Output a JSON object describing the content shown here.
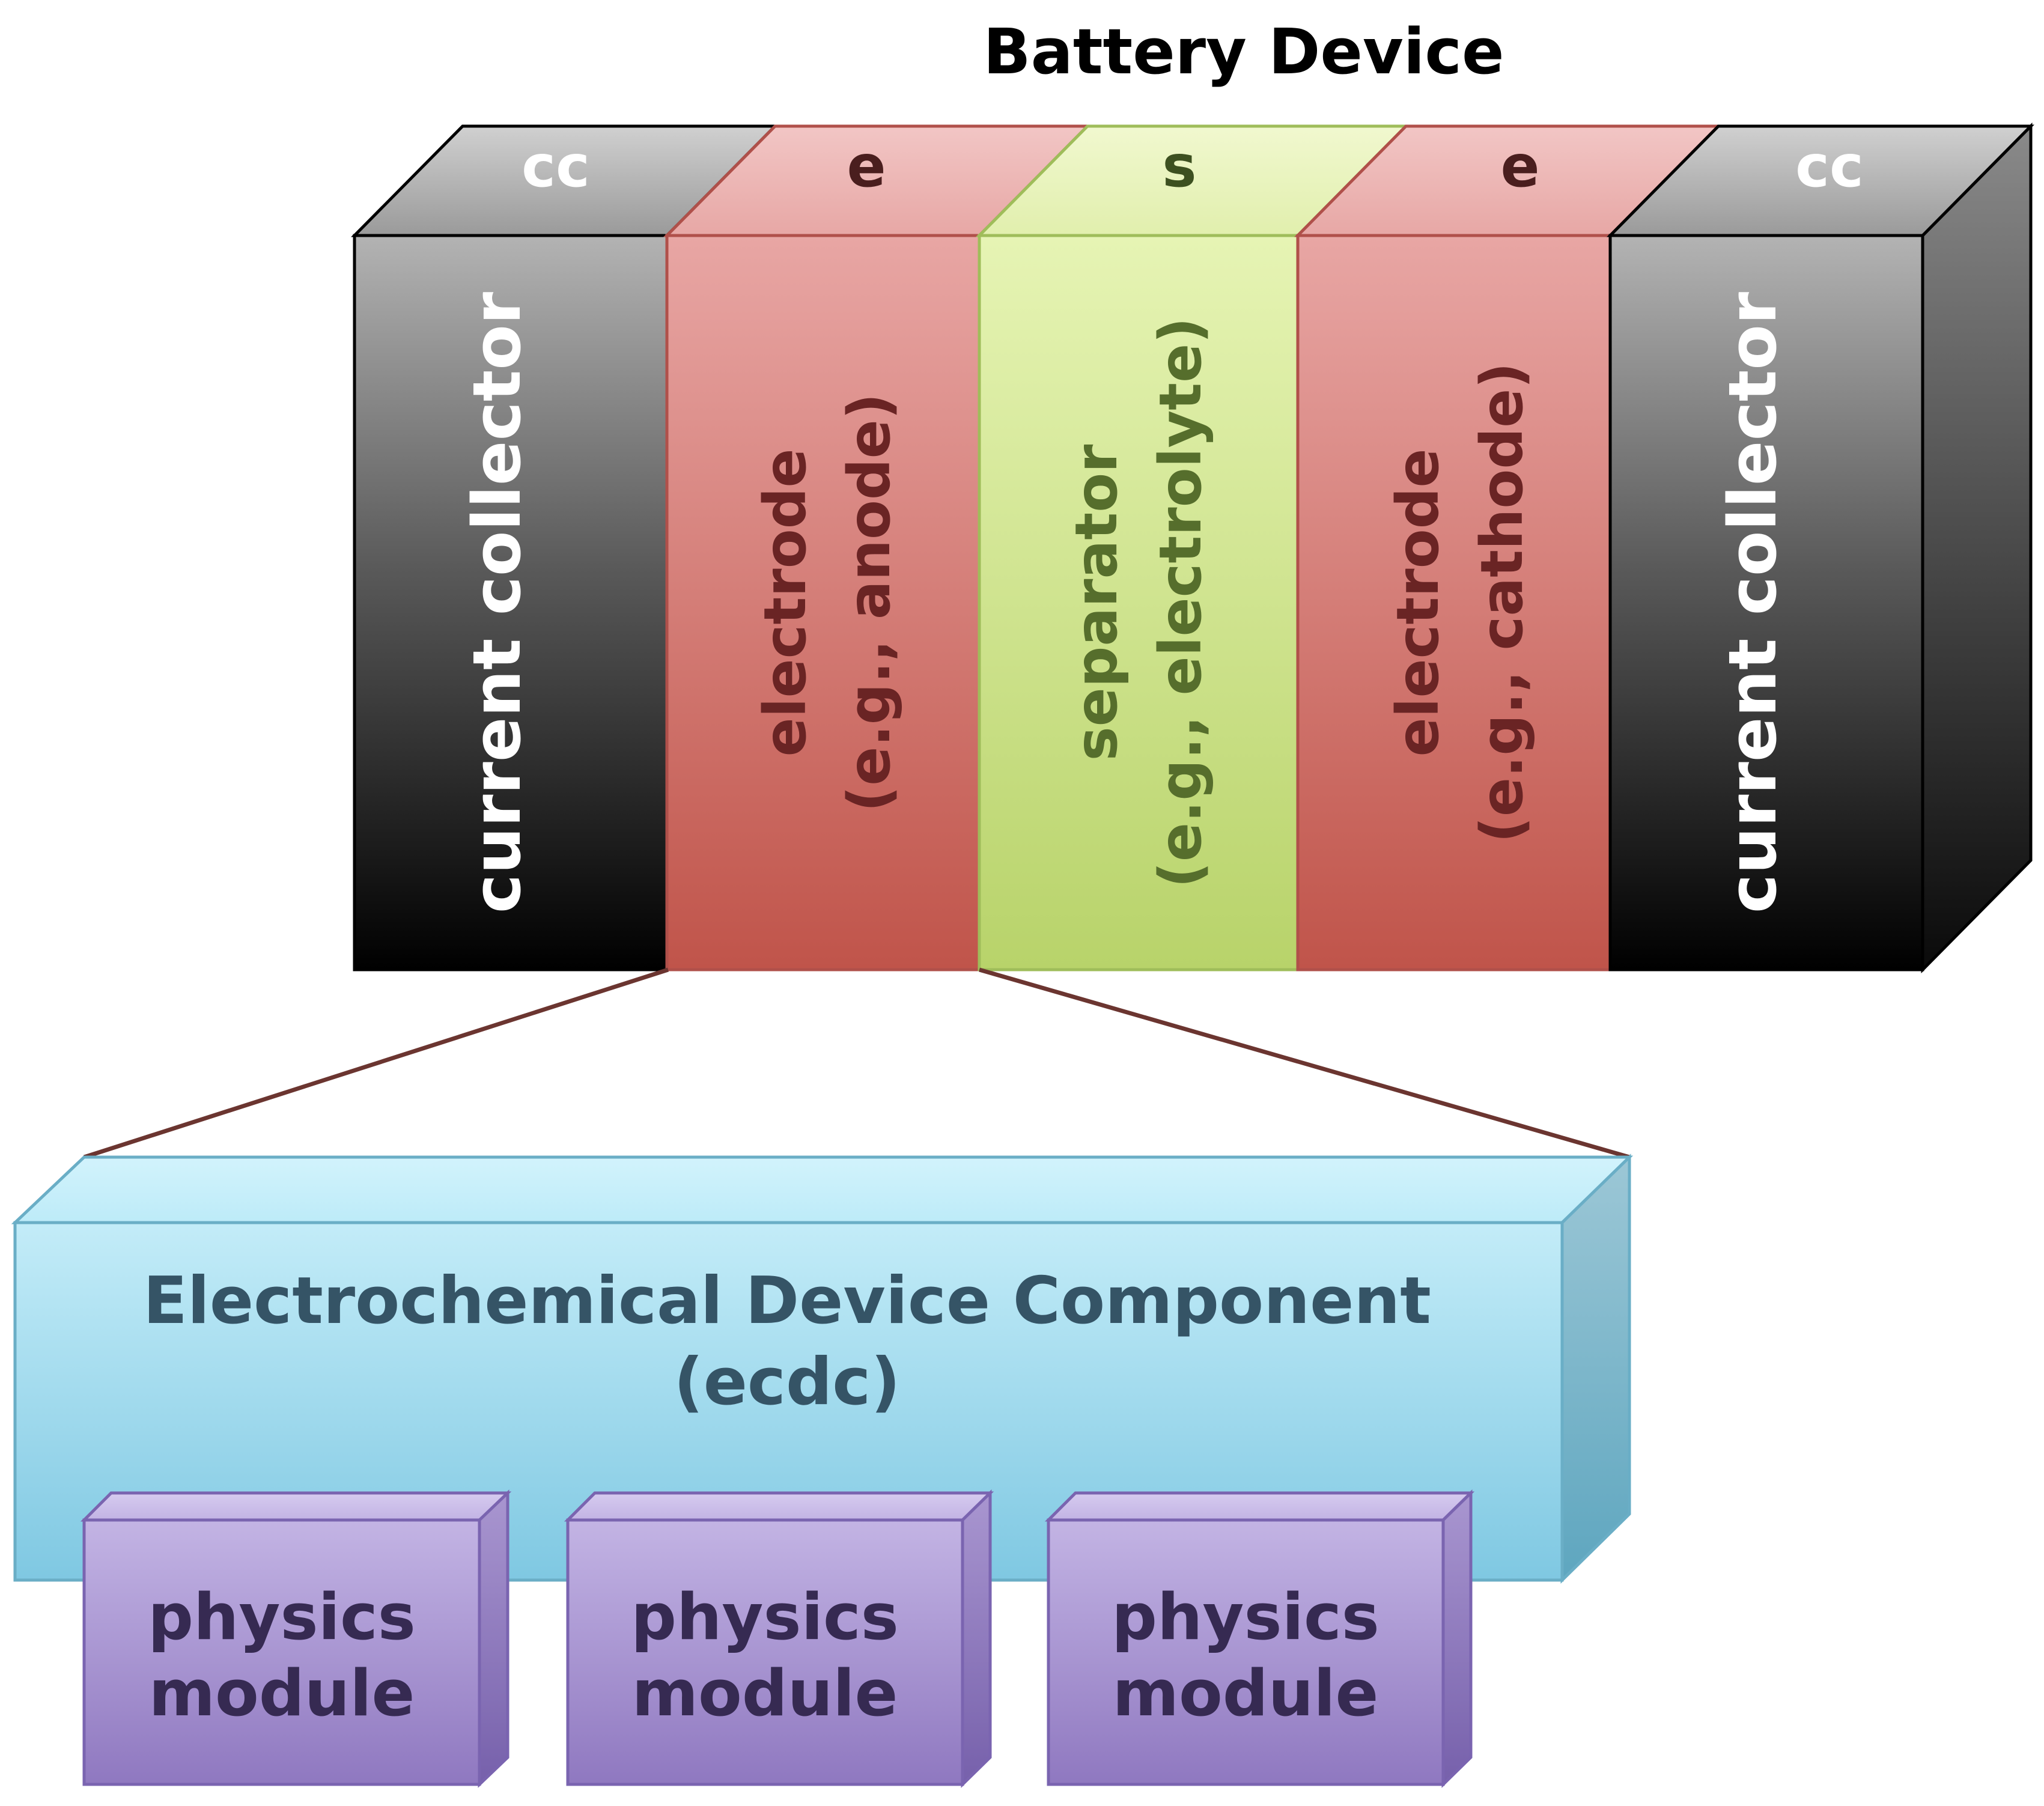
{
  "title": "Battery Device",
  "layers": [
    {
      "id": "cc-left",
      "abbr": "cc",
      "lines": [
        "current collector"
      ],
      "abbr_color": "#ffffff",
      "text_color": "#ffffff"
    },
    {
      "id": "anode",
      "abbr": "e",
      "lines": [
        "electrode",
        "(e.g., anode)"
      ],
      "abbr_color": "#4a1e1e",
      "text_color": "#6a2424"
    },
    {
      "id": "separator",
      "abbr": "s",
      "lines": [
        "separator",
        "(e.g., electrolyte)"
      ],
      "abbr_color": "#3d5020",
      "text_color": "#566e2c"
    },
    {
      "id": "cathode",
      "abbr": "e",
      "lines": [
        "electrode",
        "(e.g., cathode)"
      ],
      "abbr_color": "#4a1e1e",
      "text_color": "#6a2424"
    },
    {
      "id": "cc-right",
      "abbr": "cc",
      "lines": [
        "current collector"
      ],
      "abbr_color": "#ffffff",
      "text_color": "#ffffff"
    }
  ],
  "component": {
    "title": "Electrochemical Device Component",
    "subtitle": "(ecdc)"
  },
  "modules": [
    {
      "line1": "physics",
      "line2": "module"
    },
    {
      "line1": "physics",
      "line2": "module"
    },
    {
      "line1": "physics",
      "line2": "module"
    }
  ],
  "colors": {
    "current_collector": "#1a1a1a",
    "electrode": "#d9776f",
    "separator": "#cfe59a",
    "component": "#9fdcef",
    "module": "#a48fcc",
    "connector": "#6b3530"
  }
}
